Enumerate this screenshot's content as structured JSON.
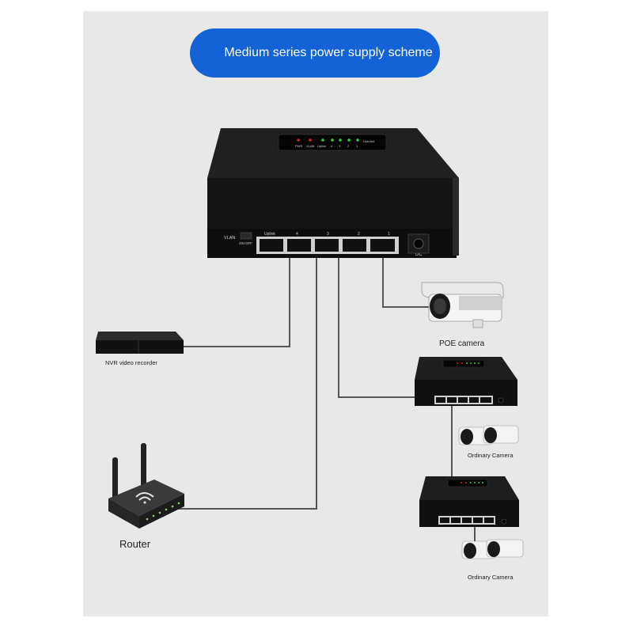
{
  "title": "Medium series power supply scheme",
  "switch_labels": {
    "vlan": "VLAN",
    "on_off": "ON OFF",
    "uplink": "Uplink",
    "dc": "DC",
    "port_numbers": [
      "4",
      "3",
      "2",
      "1"
    ],
    "led_labels": [
      "PWR",
      "VLAN",
      "Uplink",
      "4",
      "3",
      "2",
      "1",
      "Link/Act"
    ]
  },
  "devices": {
    "poe_camera": "POE camera",
    "nvr": "NVR video recorder",
    "router": "Router",
    "ordinary_camera_1": "Ordinary Camera",
    "ordinary_camera_2": "Ordinary Camera"
  },
  "colors": {
    "panel": "#e8e8e8",
    "pill": "#1463d6",
    "switch_body": "#1a1a1a",
    "cable": "#555555"
  }
}
